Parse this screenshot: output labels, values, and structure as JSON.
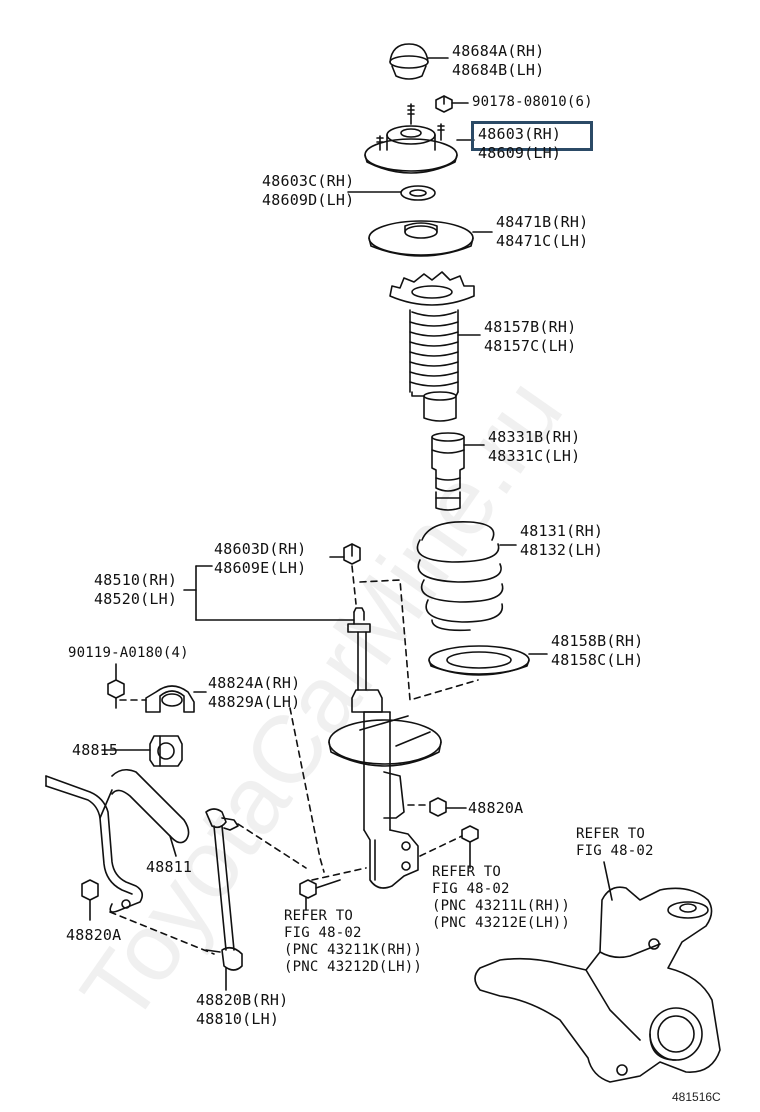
{
  "watermark": "ToyotaCarMine.ru",
  "diagram_code": "481516C",
  "highlight_color": "#2b4a66",
  "parts": {
    "p48684": {
      "line1": "48684A(RH)",
      "line2": "48684B(LH)"
    },
    "p90178": {
      "line1": "90178-08010(6)"
    },
    "p48603": {
      "line1": "48603(RH)",
      "line2": "48609(LH)"
    },
    "p48603C": {
      "line1": "48603C(RH)",
      "line2": "48609D(LH)"
    },
    "p48471": {
      "line1": "48471B(RH)",
      "line2": "48471C(LH)"
    },
    "p48157": {
      "line1": "48157B(RH)",
      "line2": "48157C(LH)"
    },
    "p48331": {
      "line1": "48331B(RH)",
      "line2": "48331C(LH)"
    },
    "p48131": {
      "line1": "48131(RH)",
      "line2": "48132(LH)"
    },
    "p48603D": {
      "line1": "48603D(RH)",
      "line2": "48609E(LH)"
    },
    "p48510": {
      "line1": "48510(RH)",
      "line2": "48520(LH)"
    },
    "p48158": {
      "line1": "48158B(RH)",
      "line2": "48158C(LH)"
    },
    "p90119": {
      "line1": "90119-A0180(4)"
    },
    "p48824": {
      "line1": "48824A(RH)",
      "line2": "48829A(LH)"
    },
    "p48815": {
      "line1": "48815"
    },
    "p48820A_r": {
      "line1": "48820A"
    },
    "p48811": {
      "line1": "48811"
    },
    "p48820A_l": {
      "line1": "48820A"
    },
    "p48820B": {
      "line1": "48820B(RH)",
      "line2": "48810(LH)"
    }
  },
  "refs": {
    "ref_knuckle": {
      "line1": "REFER TO",
      "line2": "FIG 48-02"
    },
    "ref_mid": {
      "line1": "REFER TO",
      "line2": "FIG 48-02",
      "line3": "(PNC 43211L(RH))",
      "line4": "(PNC 43212E(LH))"
    },
    "ref_bottom": {
      "line1": "REFER TO",
      "line2": "FIG 48-02",
      "line3": "(PNC 43211K(RH))",
      "line4": "(PNC 43212D(LH))"
    }
  }
}
